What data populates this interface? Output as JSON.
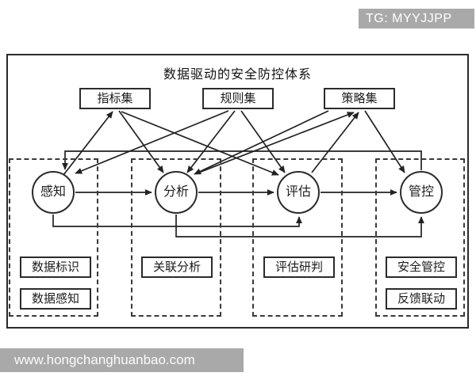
{
  "badge": {
    "text": "TG: MYYJJPP"
  },
  "footer": {
    "url": "www.hongchanghuanbao.com"
  },
  "colors": {
    "line": "#222222",
    "border": "#2b2b2b",
    "badge_bg": "#a9a9a9",
    "footer_bg": "#a9a9a9",
    "badge_text": "#ffffff"
  },
  "diagram": {
    "title": "数据驱动的安全防控体系",
    "top_boxes": [
      {
        "label": "指标集"
      },
      {
        "label": "规则集"
      },
      {
        "label": "策略集"
      }
    ],
    "stages": [
      {
        "label": "感知"
      },
      {
        "label": "分析"
      },
      {
        "label": "评估"
      },
      {
        "label": "管控"
      }
    ],
    "groups": [
      {
        "items": [
          "数据标识",
          "数据感知"
        ]
      },
      {
        "items": [
          "关联分析"
        ]
      },
      {
        "items": [
          "评估研判"
        ]
      },
      {
        "items": [
          "安全管控",
          "反馈联动"
        ]
      }
    ],
    "flows": [
      "感知→指标集",
      "指标集→分析",
      "指标集→评估",
      "规则集→感知",
      "规则集→分析",
      "规则集→评估",
      "策略集→分析",
      "策略集→管控",
      "分析→策略集",
      "评估→策略集",
      "感知→分析",
      "分析→评估",
      "评估→管控",
      "管控→感知",
      "感知→评估",
      "分析→管控"
    ]
  }
}
